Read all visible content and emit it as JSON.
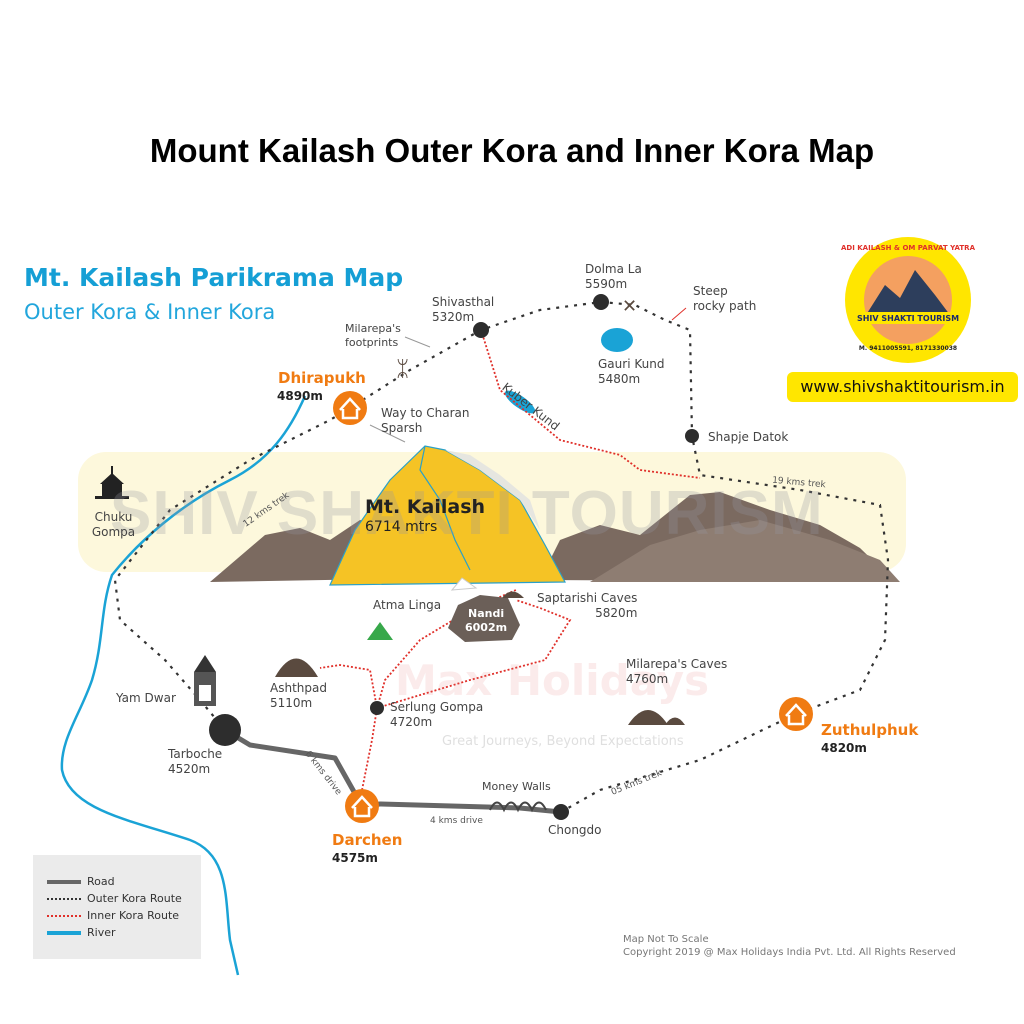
{
  "page_title": "Mount Kailash Outer Kora and Inner Kora Map",
  "map": {
    "title": "Mt. Kailash Parikrama Map",
    "subtitle": "Outer Kora & Inner Kora"
  },
  "watermark": "SHIV SHAKTI TOURISM",
  "brand_watermark": {
    "name": "Max Holidays",
    "tagline": "Great Journeys, Beyond Expectations"
  },
  "logo": {
    "ring_text": "ADI KAILASH & OM PARVAT YATRA",
    "name": "SHIV SHAKTI TOURISM",
    "phone": "M. 9411005591, 8171330038",
    "url": "www.shivshaktitourism.in"
  },
  "places": {
    "dhirapukh": {
      "name": "Dhirapukh",
      "alt": "4890m"
    },
    "darchen": {
      "name": "Darchen",
      "alt": "4575m"
    },
    "zuthulphuk": {
      "name": "Zuthulphuk",
      "alt": "4820m"
    },
    "shivasthal": {
      "name": "Shivasthal",
      "alt": "5320m"
    },
    "dolmala": {
      "name": "Dolma La",
      "alt": "5590m"
    },
    "gaurikund": {
      "name": "Gauri Kund",
      "alt": "5480m"
    },
    "kuberkund": {
      "name": "Kuber Kund"
    },
    "shapje": {
      "name": "Shapje Datok"
    },
    "steep": {
      "name": "Steep rocky path"
    },
    "milarepa_fp": {
      "name": "Milarepa's footprints"
    },
    "charan": {
      "name": "Way to Charan Sparsh"
    },
    "chuku": {
      "name": "Chuku Gompa"
    },
    "kailash": {
      "name": "Mt. Kailash",
      "alt": "6714 mtrs"
    },
    "atma": {
      "name": "Atma Linga"
    },
    "nandi": {
      "name": "Nandi",
      "alt": "6002m"
    },
    "saptarishi": {
      "name": "Saptarishi Caves",
      "alt": "5820m"
    },
    "milarepa_caves": {
      "name": "Milarepa's Caves",
      "alt": "4760m"
    },
    "ashthpad": {
      "name": "Ashthpad",
      "alt": "5110m"
    },
    "serlung": {
      "name": "Serlung Gompa",
      "alt": "4720m"
    },
    "yamdwar": {
      "name": "Yam Dwar"
    },
    "tarboche": {
      "name": "Tarboche",
      "alt": "4520m"
    },
    "money": {
      "name": "Money Walls"
    },
    "chongdo": {
      "name": "Chongdo"
    }
  },
  "distances": {
    "d12": "12 kms trek",
    "d19": "19 kms trek",
    "d6": "6 kms drive",
    "d4": "4 kms drive",
    "d05": "05 kms trek"
  },
  "legend": {
    "road": "Road",
    "outer": "Outer Kora Route",
    "inner": "Inner Kora Route",
    "river": "River"
  },
  "footer": {
    "scale": "Map Not To Scale",
    "copyright": "Copyright 2019 @ Max Holidays India Pvt. Ltd. All Rights Reserved"
  },
  "colors": {
    "accent_blue": "#159fd5",
    "orange": "#f07b12",
    "inner_route": "#e0302a",
    "river": "#1aa3d6",
    "kailash": "#f5c325",
    "logo_yellow": "#ffe600"
  }
}
